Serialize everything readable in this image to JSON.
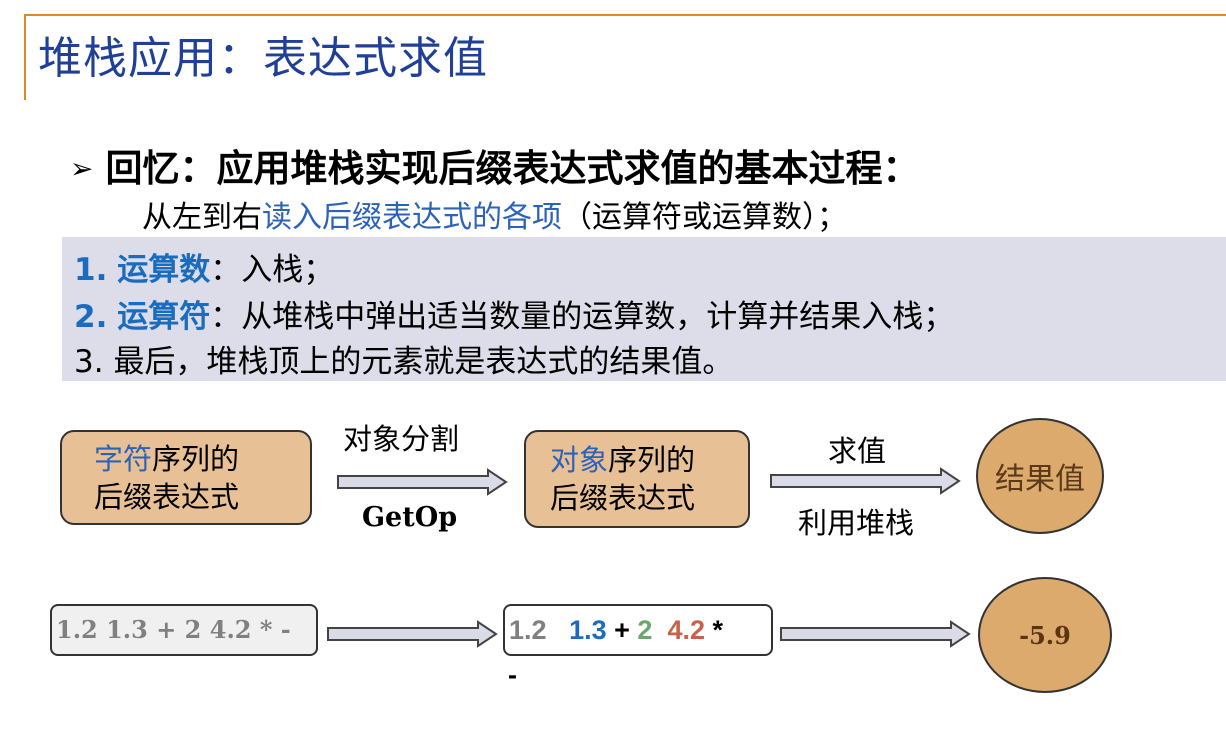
{
  "title": "堆栈应用：表达式求值",
  "recall": {
    "arrow_glyph": "➢",
    "text": "回忆：应用堆栈实现后缀表达式求值的基本过程："
  },
  "sub": {
    "prefix": "从左到右",
    "highlight": "读入后缀表达式的各项",
    "suffix": "（运算符或运算数）；"
  },
  "steps": [
    {
      "num": "1.",
      "keyword": "运算数",
      "text": "：入栈；"
    },
    {
      "num": "2.",
      "keyword": "运算符",
      "text": "：从堆栈中弹出适当数量的运算数，计算并结果入栈；"
    },
    {
      "num": "3.",
      "keyword": "",
      "text": "最后，堆栈顶上的元素就是表达式的结果值。"
    }
  ],
  "flow": {
    "box1": {
      "highlight": "字符",
      "line1_rest": "序列的",
      "line2": "后缀表达式"
    },
    "arrow1": {
      "top": "对象分割",
      "bottom": "GetOp"
    },
    "box2": {
      "highlight": "对象",
      "line1_rest": "序列的",
      "line2": "后缀表达式"
    },
    "arrow2": {
      "top": "求值",
      "bottom": "利用堆栈"
    },
    "result": "结果值"
  },
  "example": {
    "input": "1.2  1.3 + 2  4.2 * -",
    "tokens": [
      "1.2",
      "1.3",
      "+",
      "2",
      "4.2",
      "*"
    ],
    "trailing": "-",
    "result": "-5.9"
  },
  "colors": {
    "title": "#1f3f98",
    "accent": "#d98a2b",
    "keyword": "#1a6cbf",
    "box_fill": "#e8c096",
    "circle_fill": "#dcaa6c",
    "panel_fill": "#dcdde8"
  }
}
